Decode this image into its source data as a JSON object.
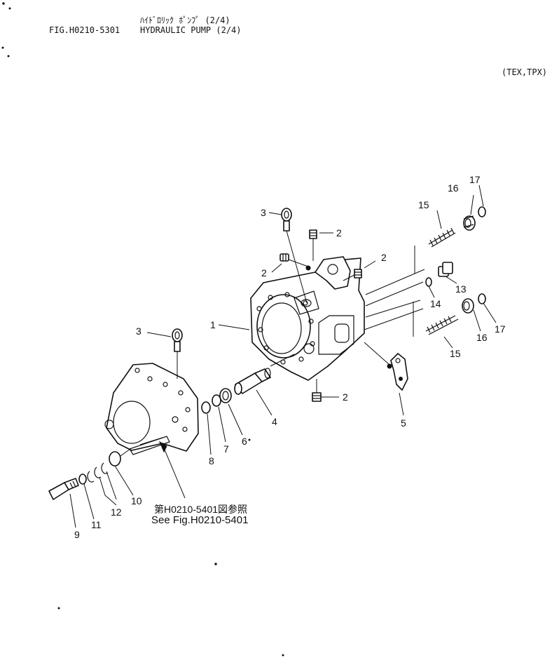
{
  "header": {
    "jp_title": "ﾊｲﾄﾞﾛﾘｯｸ ﾎﾟﾝﾌﾟ (2/4)",
    "fig_id": "FIG.H0210-5301",
    "en_title": "HYDRAULIC PUMP (2/4)",
    "model_note": "(TEX,TPX)"
  },
  "reference": {
    "jp": "第H0210-5401図参照",
    "en": "See Fig.H0210-5401"
  },
  "callouts": [
    {
      "key": "c1",
      "label": "1"
    },
    {
      "key": "c2a",
      "label": "2"
    },
    {
      "key": "c2b",
      "label": "2"
    },
    {
      "key": "c2c",
      "label": "2"
    },
    {
      "key": "c2d",
      "label": "2"
    },
    {
      "key": "c3a",
      "label": "3"
    },
    {
      "key": "c3b",
      "label": "3"
    },
    {
      "key": "c4",
      "label": "4"
    },
    {
      "key": "c5",
      "label": "5"
    },
    {
      "key": "c6",
      "label": "6"
    },
    {
      "key": "c7",
      "label": "7"
    },
    {
      "key": "c8",
      "label": "8"
    },
    {
      "key": "c9",
      "label": "9"
    },
    {
      "key": "c10",
      "label": "10"
    },
    {
      "key": "c11",
      "label": "11"
    },
    {
      "key": "c12",
      "label": "12"
    },
    {
      "key": "c13",
      "label": "13"
    },
    {
      "key": "c14",
      "label": "14"
    },
    {
      "key": "c15a",
      "label": "15"
    },
    {
      "key": "c15b",
      "label": "15"
    },
    {
      "key": "c16a",
      "label": "16"
    },
    {
      "key": "c16b",
      "label": "16"
    },
    {
      "key": "c17a",
      "label": "17"
    },
    {
      "key": "c17b",
      "label": "17"
    }
  ]
}
